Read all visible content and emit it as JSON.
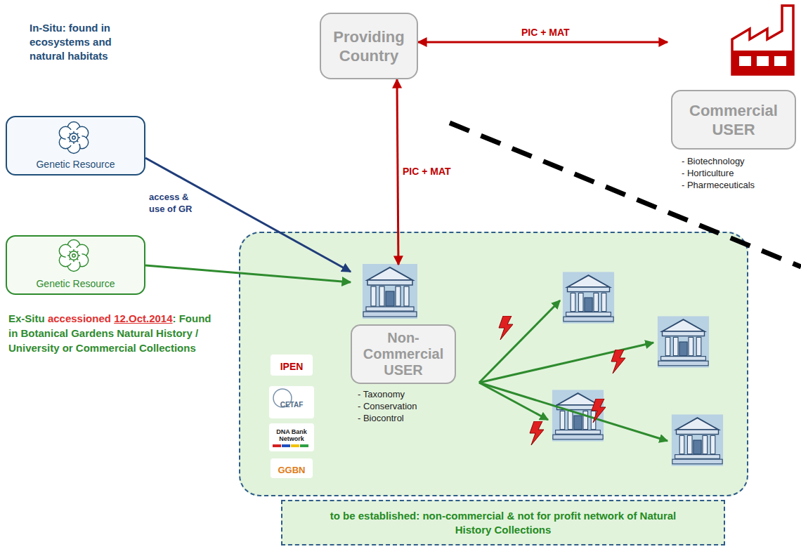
{
  "diagram": {
    "nodes": [
      {
        "text": [
          "Providing Country"
        ]
      },
      {
        "text": [
          "Commercial USER",
          "- Biotechnology",
          "- Horticulture",
          "- Pharmeceuticals"
        ]
      },
      {
        "text": [
          "In-Situ: found in ecosystems and natural habitats",
          "Genetic Resource"
        ]
      },
      {
        "text": [
          "Genetic Resource",
          "Ex-Situ",
          "accessioned",
          "12.Oct.2014",
          ": Found in Botanical Gardens Natural History / University or Commercial Collections"
        ]
      },
      {
        "text": [
          "IPEN",
          "CETAF",
          "DNA Bank Network",
          "GGBN"
        ]
      },
      {
        "text": [
          "Non-Commercial USER",
          "- Taxonomy",
          "- Conservation",
          "- Biocontrol"
        ],
        "in": 4
      },
      {
        "text": [
          "to be established: non-commercial & not for profit network of Natural History Collections"
        ]
      }
    ],
    "edges": [
      {
        "from": 0,
        "to": 1,
        "arrow": "both",
        "label": "PIC + MAT"
      },
      {
        "from": 2,
        "to": 5,
        "arrow": "to",
        "label": "access & use of GR"
      },
      {
        "from": 3,
        "to": 5,
        "arrow": "to"
      },
      {
        "from": 0,
        "to": 5,
        "arrow": "both",
        "label": "PIC + MAT"
      }
    ]
  }
}
